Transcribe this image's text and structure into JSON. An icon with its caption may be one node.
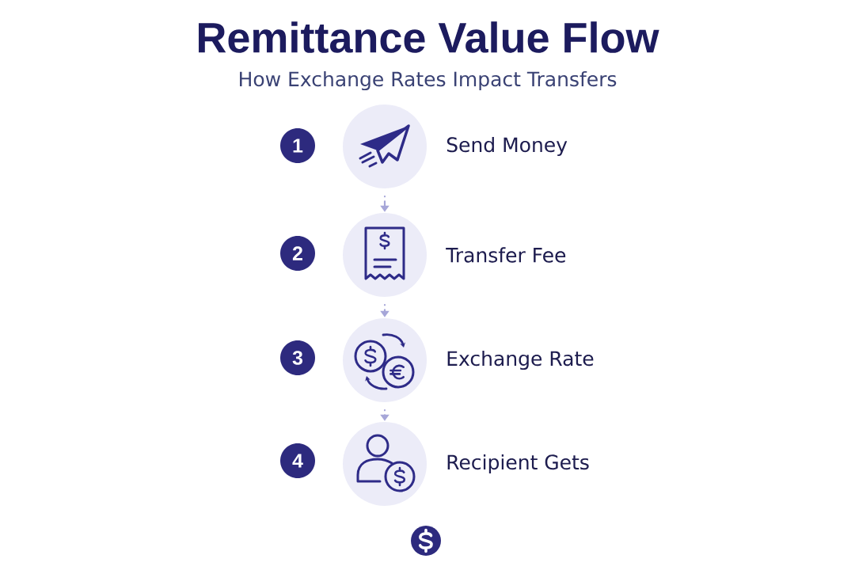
{
  "diagram": {
    "title": "Remittance Value Flow",
    "nodes": [
      {
        "text": [
          "1"
        ]
      },
      {
        "text": [],
        "shape": "circle",
        "beside": [
          "Send Money"
        ]
      },
      {
        "text": [
          "2"
        ]
      },
      {
        "text": [],
        "shape": "circle",
        "beside": [
          "Transfer Fee"
        ]
      },
      {
        "text": [
          "3"
        ]
      },
      {
        "text": [],
        "shape": "circle",
        "beside": [
          "Exchange Rate"
        ]
      },
      {
        "text": [
          "4"
        ]
      },
      {
        "text": [],
        "shape": "circle",
        "beside": [
          "Recipient Gets"
        ]
      }
    ],
    "edges": [
      {
        "from": 1,
        "to": 3,
        "arrow": "to"
      },
      {
        "from": 3,
        "to": 5,
        "arrow": "to"
      },
      {
        "from": 5,
        "to": 7,
        "arrow": "to"
      }
    ],
    "labels": [
      "How Exchange Rates Impact Transfers"
    ]
  }
}
